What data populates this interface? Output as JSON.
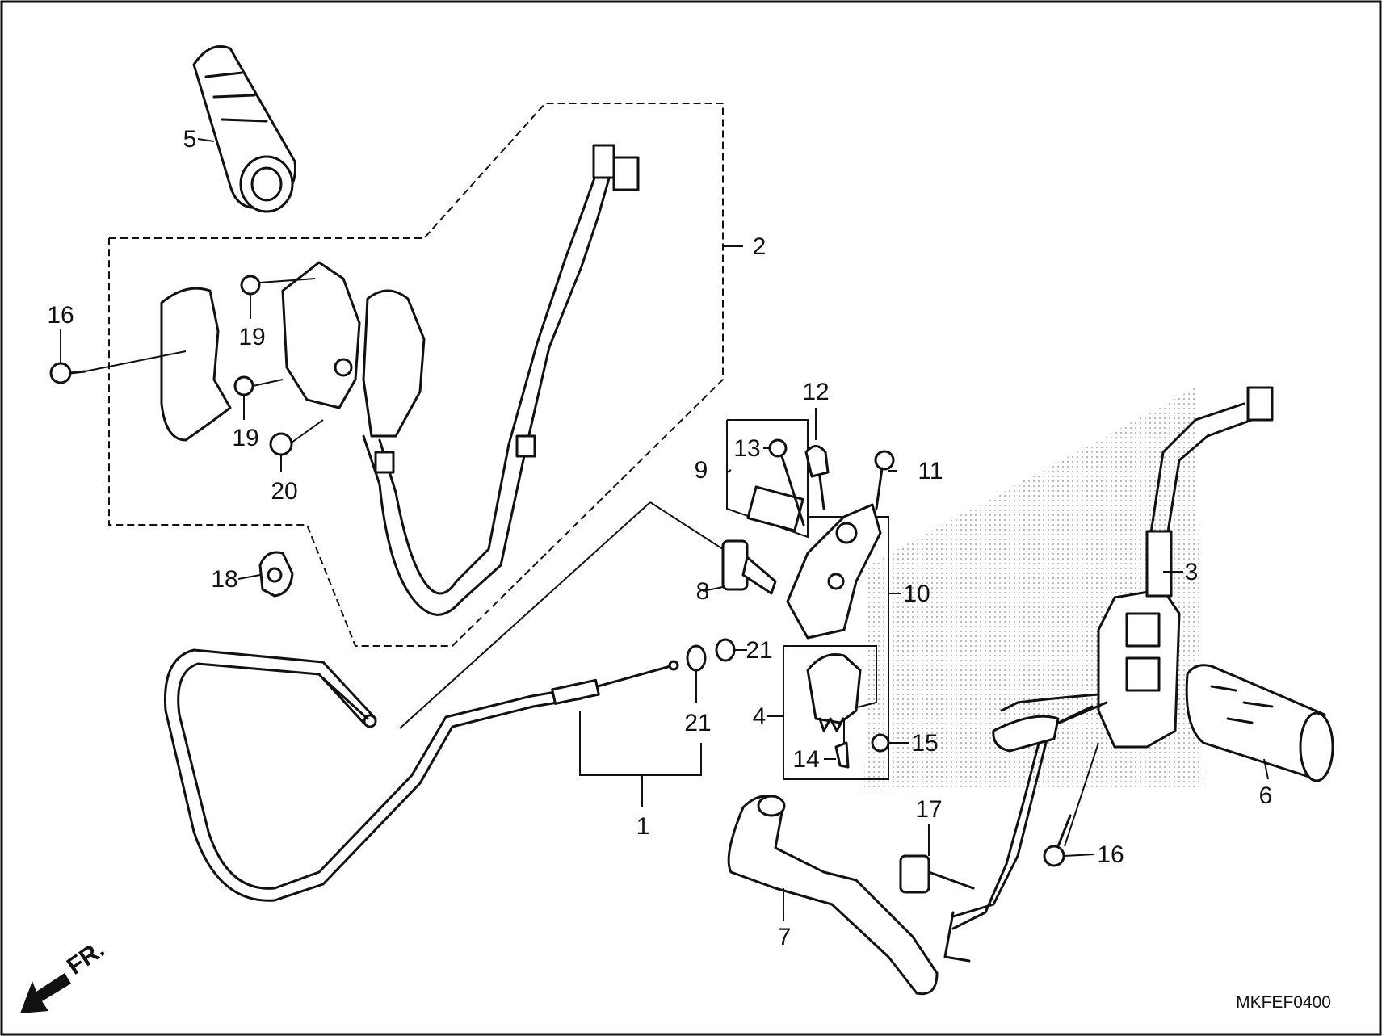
{
  "diagram": {
    "code": "MKFEF0400",
    "direction_label": "FR.",
    "callouts": [
      {
        "id": "p1",
        "text": "1"
      },
      {
        "id": "p2",
        "text": "2"
      },
      {
        "id": "p3",
        "text": "3"
      },
      {
        "id": "p4",
        "text": "4"
      },
      {
        "id": "p5",
        "text": "5"
      },
      {
        "id": "p6",
        "text": "6"
      },
      {
        "id": "p7",
        "text": "7"
      },
      {
        "id": "p8",
        "text": "8"
      },
      {
        "id": "p9",
        "text": "9"
      },
      {
        "id": "p10",
        "text": "10"
      },
      {
        "id": "p11",
        "text": "11"
      },
      {
        "id": "p12",
        "text": "12"
      },
      {
        "id": "p13",
        "text": "13"
      },
      {
        "id": "p14",
        "text": "14"
      },
      {
        "id": "p15",
        "text": "15"
      },
      {
        "id": "p16a",
        "text": "16"
      },
      {
        "id": "p16b",
        "text": "16"
      },
      {
        "id": "p17",
        "text": "17"
      },
      {
        "id": "p18",
        "text": "18"
      },
      {
        "id": "p19a",
        "text": "19"
      },
      {
        "id": "p19b",
        "text": "19"
      },
      {
        "id": "p20",
        "text": "20"
      },
      {
        "id": "p21a",
        "text": "21"
      },
      {
        "id": "p21b",
        "text": "21"
      }
    ]
  }
}
